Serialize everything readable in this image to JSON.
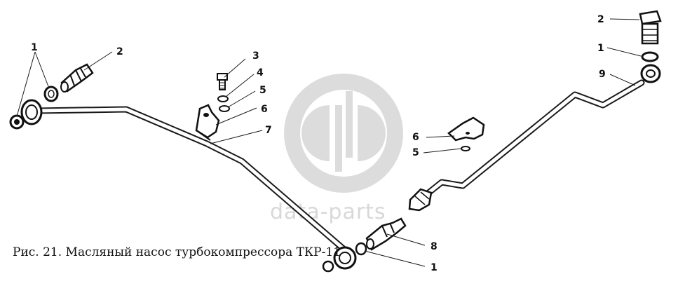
{
  "caption": "Рис. 21. Масляный насос турбокомпрессора ТКР-11",
  "watermark": {
    "text": "data-parts",
    "color": "#d9d9d9"
  },
  "callouts": {
    "c1_left": "1",
    "c2_left": "2",
    "c3": "3",
    "c4": "4",
    "c5_left": "5",
    "c6_left": "6",
    "c7": "7",
    "c6_right": "6",
    "c5_right": "5",
    "c2_right": "2",
    "c1_right_top": "1",
    "c9": "9",
    "c8": "8",
    "c1_right_bottom": "1"
  }
}
